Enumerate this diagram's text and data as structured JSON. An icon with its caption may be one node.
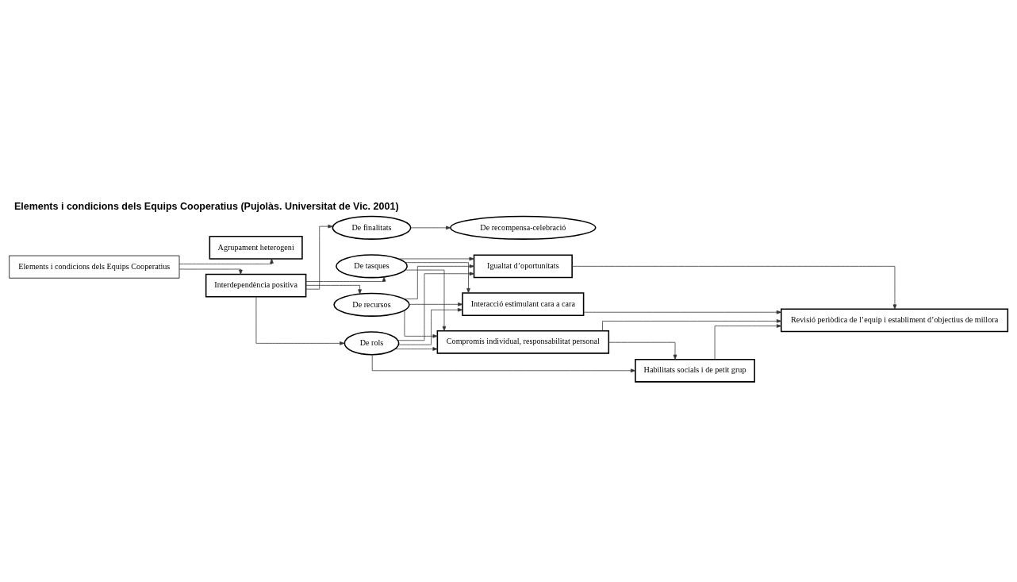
{
  "diagram": {
    "title": "Elements i condicions dels Equips Cooperatius (Pujolàs. Universitat de Vic. 2001)",
    "nodes": [
      {
        "text": [
          "Elements i condicions dels Equips Cooperatius"
        ]
      },
      {
        "text": [
          "Agrupament heterogeni"
        ]
      },
      {
        "text": [
          "Interdependència positiva"
        ]
      },
      {
        "text": [
          "De finalitats"
        ]
      },
      {
        "text": [
          "De recompensa-celebració"
        ]
      },
      {
        "text": [
          "De tasques"
        ]
      },
      {
        "text": [
          "De recursos"
        ]
      },
      {
        "text": [
          "De rols"
        ]
      },
      {
        "text": [
          "Interacció estimulant cara a cara"
        ]
      },
      {
        "text": [
          "Igualtat d’oportunitats"
        ]
      },
      {
        "text": [
          "Compromís individual, responsabilitat personal"
        ]
      },
      {
        "text": [
          "Habilitats socials i de petit grup"
        ]
      },
      {
        "text": [
          "Revisió periòdica de l’equip i establiment d’objectius de millora"
        ]
      }
    ],
    "edges": [
      {
        "from": 0,
        "to": 1,
        "arrow": "to"
      },
      {
        "from": 0,
        "to": 2,
        "arrow": "to"
      },
      {
        "from": 2,
        "to": 3,
        "arrow": "to"
      },
      {
        "from": 2,
        "to": 5,
        "arrow": "to"
      },
      {
        "from": 2,
        "to": 6,
        "arrow": "to"
      },
      {
        "from": 2,
        "to": 7,
        "arrow": "to"
      },
      {
        "from": 3,
        "to": 4,
        "arrow": "to"
      },
      {
        "from": 5,
        "to": 8,
        "arrow": "to"
      },
      {
        "from": 5,
        "to": 9,
        "arrow": "to"
      },
      {
        "from": 5,
        "to": 10,
        "arrow": "to"
      },
      {
        "from": 6,
        "to": 8,
        "arrow": "to"
      },
      {
        "from": 6,
        "to": 9,
        "arrow": "to"
      },
      {
        "from": 6,
        "to": 10,
        "arrow": "to"
      },
      {
        "from": 7,
        "to": 8,
        "arrow": "to"
      },
      {
        "from": 7,
        "to": 9,
        "arrow": "to"
      },
      {
        "from": 7,
        "to": 10,
        "arrow": "to"
      },
      {
        "from": 7,
        "to": 11,
        "arrow": "to"
      },
      {
        "from": 10,
        "to": 11,
        "arrow": "to"
      },
      {
        "from": 8,
        "to": 12,
        "arrow": "to"
      },
      {
        "from": 9,
        "to": 12,
        "arrow": "to"
      },
      {
        "from": 10,
        "to": 12,
        "arrow": "to"
      },
      {
        "from": 11,
        "to": 12,
        "arrow": "to"
      }
    ]
  }
}
